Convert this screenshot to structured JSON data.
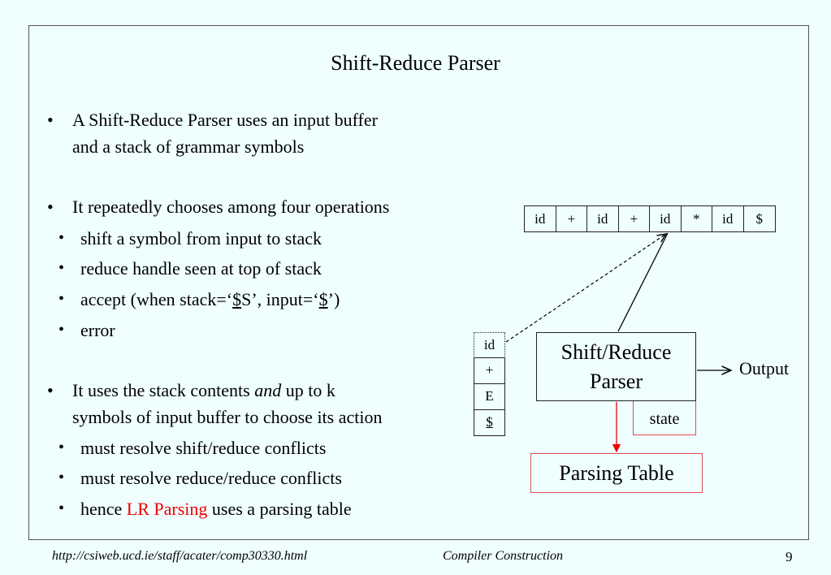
{
  "title": "Shift-Reduce Parser",
  "bullets": {
    "b1_line1": "A Shift-Reduce Parser uses an input buffer",
    "b1_line2": "and a stack of grammar symbols",
    "b2": "It repeatedly chooses among four operations",
    "sub_shift": "shift a symbol from input to stack",
    "sub_reduce": "reduce handle seen at top of stack",
    "sub_accept_pre": "accept (when stack=‘",
    "sub_accept_dollar1": "$",
    "sub_accept_mid": "S’, input=‘",
    "sub_accept_dollar2": "$",
    "sub_accept_post": "’)",
    "sub_error": "error",
    "b3_line1_pre": "It uses the stack contents ",
    "b3_line1_em": "and",
    "b3_line1_post": " up to k",
    "b3_line2": "symbols of input buffer to choose its action",
    "sub_sr": "must resolve shift/reduce conflicts",
    "sub_rr": "must resolve reduce/reduce conflicts",
    "sub_hence_pre": "hence ",
    "sub_hence_red": "LR Parsing",
    "sub_hence_post": " uses a parsing table",
    "bullet_char": "•"
  },
  "diagram": {
    "input_buffer": [
      "id",
      "+",
      "id",
      "+",
      "id",
      "*",
      "id",
      "$"
    ],
    "stack": [
      "id",
      "+",
      "E",
      "$"
    ],
    "parser_line1": "Shift/Reduce",
    "parser_line2": "Parser",
    "state": "state",
    "parsing_table": "Parsing Table",
    "output": "Output",
    "accent_color": "#ee0000"
  },
  "footer": {
    "url": "http://csiweb.ucd.ie/staff/acater/comp30330.html",
    "course": "Compiler Construction",
    "page": "9"
  }
}
